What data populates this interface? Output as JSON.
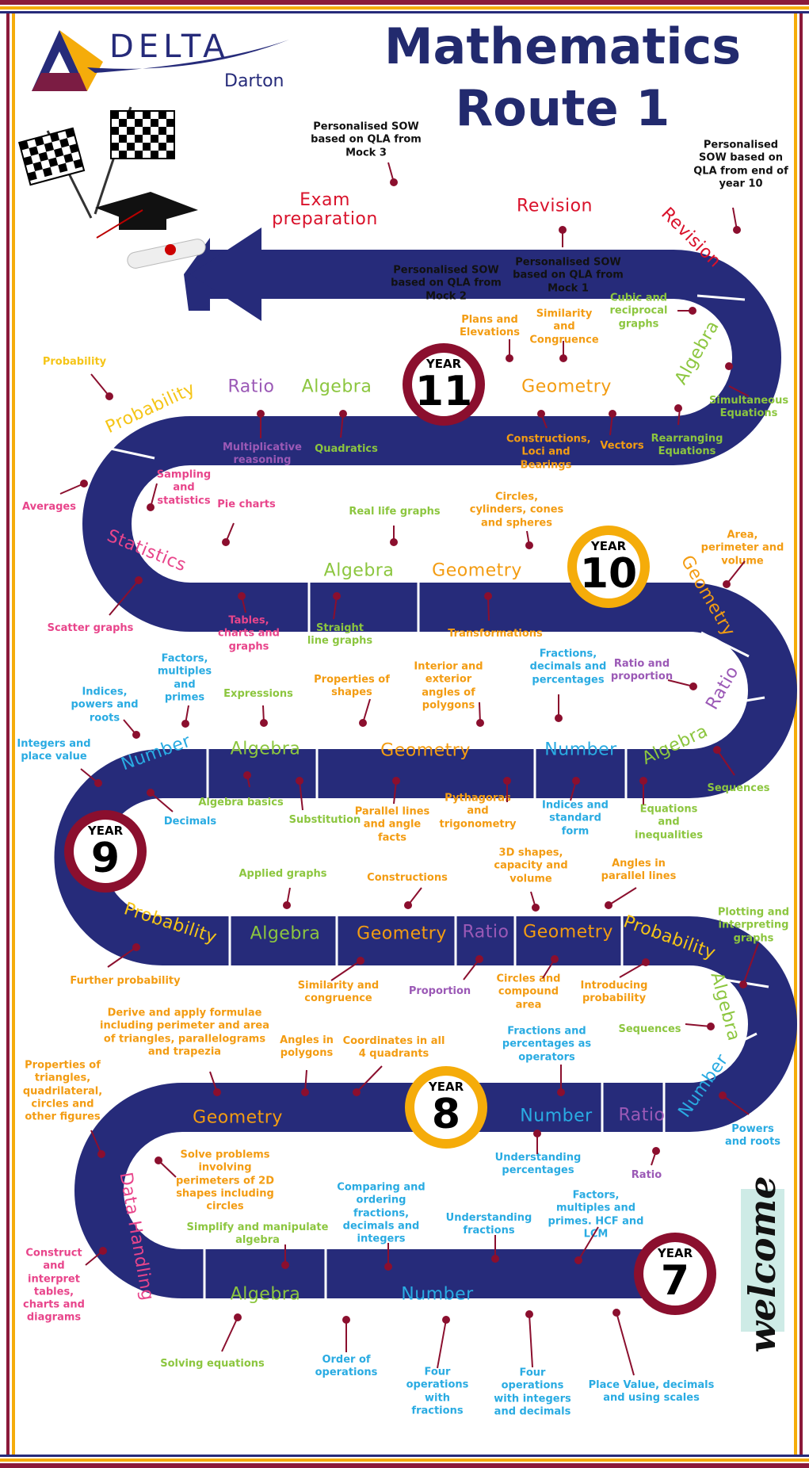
{
  "header": {
    "logo_text": "DELTA",
    "logo_sub": "Darton",
    "title_line1": "Mathematics",
    "title_line2": "Route 1",
    "watermark": "welcome"
  },
  "years": {
    "y7": {
      "label": "YEAR",
      "number": "7"
    },
    "y8": {
      "label": "YEAR",
      "number": "8"
    },
    "y9": {
      "label": "YEAR",
      "number": "9"
    },
    "y10": {
      "label": "YEAR",
      "number": "10"
    },
    "y11": {
      "label": "YEAR",
      "number": "11"
    }
  },
  "segments": {
    "s1": "Exam preparation",
    "s2": "Revision",
    "s3": "Revision",
    "s4": "Algebra",
    "s5": "Geometry",
    "s6": "Algebra",
    "s7": "Ratio",
    "s8": "Probability",
    "s9": "Statistics",
    "s10": "Algebra",
    "s11": "Geometry",
    "s12": "Geometry",
    "s13": "Ratio",
    "s14": "Algebra",
    "s15": "Number",
    "s16": "Geometry",
    "s17": "Algebra",
    "s18": "Number",
    "s19": "Probability",
    "s20": "Algebra",
    "s21": "Geometry",
    "s22": "Ratio",
    "s23": "Geometry",
    "s24": "Probability",
    "s25": "Algebra",
    "s26": "Number",
    "s27": "Ratio",
    "s28": "Number",
    "s29": "Geometry",
    "s30": "Data Handling",
    "s31": "Algebra",
    "s32": "Number"
  },
  "labels": {
    "l1": "Personalised SOW based on QLA from Mock 3",
    "l2": "Personalised SOW based on QLA from end of year 10",
    "l3": "Personalised SOW based on QLA from Mock 2",
    "l4": "Personalised SOW based on QLA from Mock 1",
    "l5": "Cubic and reciprocal graphs",
    "l6": "Plans and Elevations",
    "l7": "Similarity and Congruence",
    "l8": "Probability",
    "l9": "Simultaneous Equations",
    "l10": "Rearranging Equations",
    "l11": "Vectors",
    "l12": "Constructions, Loci and Bearings",
    "l13": "Quadratics",
    "l14": "Multiplicative reasoning",
    "l15": "Sampling and statistics",
    "l16": "Averages",
    "l17": "Pie charts",
    "l18": "Real life graphs",
    "l19": "Circles, cylinders, cones and spheres",
    "l20": "Area, perimeter and volume",
    "l21": "Scatter graphs",
    "l22": "Tables, charts and graphs",
    "l23": "Straight line graphs",
    "l24": "Transformations",
    "l25": "Factors, multiples and primes",
    "l26": "Indices, powers and roots",
    "l27": "Expressions",
    "l28": "Properties of shapes",
    "l29": "Interior and exterior angles of polygons",
    "l30": "Fractions, decimals and percentages",
    "l31": "Ratio and proportion",
    "l32": "Integers and place value",
    "l33": "Sequences",
    "l34": "Algebra basics",
    "l35": "Substitution",
    "l36": "Decimals",
    "l37": "Parallel lines and angle facts",
    "l38": "Pythagoras and trigonometry",
    "l39": "Indices and standard form",
    "l40": "Equations and inequalities",
    "l41": "Applied graphs",
    "l42": "Constructions",
    "l43": "3D shapes, capacity and volume",
    "l44": "Angles in parallel lines",
    "l45": "Plotting and interpreting graphs",
    "l46": "Further probability",
    "l47": "Similarity and congruence",
    "l48": "Proportion",
    "l49": "Circles and compound area",
    "l50": "Introducing probability",
    "l51": "Sequences",
    "l52": "Derive and apply formulae including perimeter and area of triangles, parallelograms and trapezia",
    "l53": "Angles in polygons",
    "l54": "Coordinates in all 4 quadrants",
    "l55": "Fractions and percentages as operators",
    "l56": "Properties of triangles, quadrilateral, circles and other figures",
    "l57": "Powers and roots",
    "l58": "Solve problems involving perimeters of 2D shapes including circles",
    "l59": "Understanding percentages",
    "l60": "Ratio",
    "l61": "Comparing and ordering fractions, decimals and integers",
    "l62": "Understanding fractions",
    "l63": "Factors, multiples and primes. HCF and LCM",
    "l64": "Simplify and manipulate algebra",
    "l65": "Construct and interpret tables, charts and diagrams",
    "l66": "Solving equations",
    "l67": "Order of operations",
    "l68": "Four operations with fractions",
    "l69": "Four operations with integers and decimals",
    "l70": "Place Value, decimals and using scales"
  },
  "colors": {
    "road": "#262b7a",
    "maroon": "#8b0f2e",
    "gold": "#f5ac0a",
    "title": "#222a6e"
  }
}
